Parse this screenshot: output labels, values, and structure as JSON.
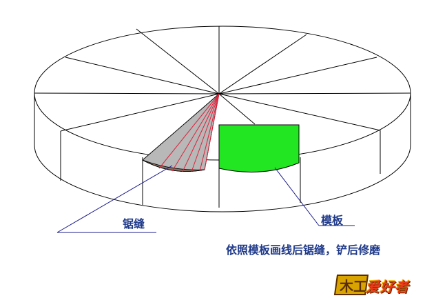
{
  "labels": {
    "saw_cut": "锯缝",
    "template": "模板",
    "instruction": "依照模板画线后锯缝，铲后修磨"
  },
  "logo": {
    "mark": "木工",
    "text": "爱好者"
  },
  "colors": {
    "template_fill": "#22e622",
    "wedge_fill": "#b8b8b8",
    "cut_lines": "#e0203a",
    "pointer_lines": "#1a1a8c",
    "outline": "#000000"
  }
}
